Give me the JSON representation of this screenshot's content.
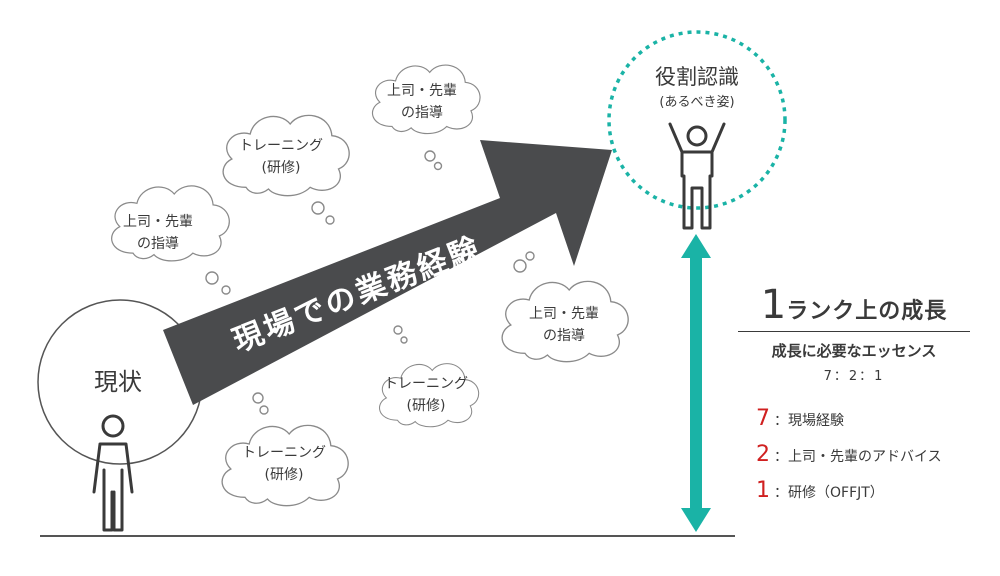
{
  "colors": {
    "teal": "#1ab3a6",
    "dark": "#4a4b4d",
    "red": "#d02020",
    "text": "#3a3a3a"
  },
  "current": {
    "label": "現状"
  },
  "goal": {
    "title": "役割認識",
    "subtitle": "(あるべき姿)"
  },
  "arrow": {
    "label": "現場での業務経験"
  },
  "clouds": [
    {
      "line1": "上司・先輩",
      "line2": "の指導"
    },
    {
      "line1": "トレーニング",
      "line2": "(研修)"
    },
    {
      "line1": "上司・先輩",
      "line2": "の指導"
    },
    {
      "line1": "トレーニング",
      "line2": "(研修)"
    },
    {
      "line1": "上司・先輩",
      "line2": "の指導"
    },
    {
      "line1": "トレーニング",
      "line2": "(研修)"
    }
  ],
  "growth": {
    "num": "1",
    "label": "ランク上の成長",
    "essence": "成長に必要なエッセンス",
    "ratio": "7：2：1",
    "items": [
      {
        "num": "7",
        "text": "：現場経験"
      },
      {
        "num": "2",
        "text": "：上司・先輩のアドバイス"
      },
      {
        "num": "1",
        "text": "：研修（OFFJT）"
      }
    ]
  }
}
